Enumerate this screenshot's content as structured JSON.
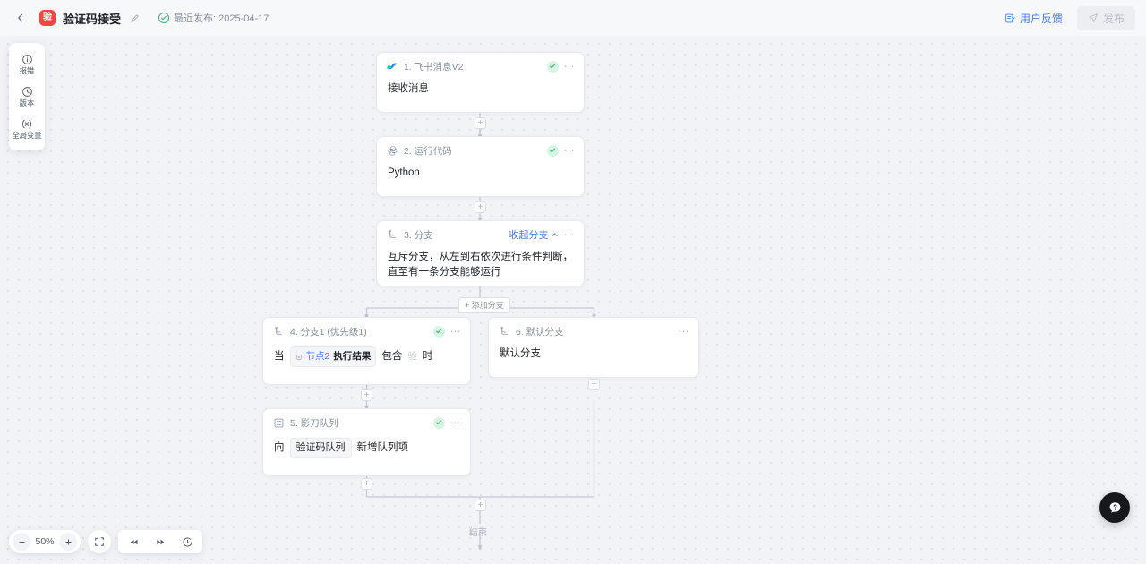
{
  "topbar": {
    "back_icon": "chevron-left-icon",
    "app_badge_text": "验",
    "app_title": "验证码接受",
    "edit_icon": "pencil-icon",
    "publish_status_icon": "check-circle-icon",
    "publish_status_text": "最近发布: 2025-04-17",
    "feedback_label": "用户反馈",
    "feedback_icon": "feedback-icon",
    "publish_label": "发布",
    "publish_icon": "send-icon"
  },
  "tool_panel": {
    "items": [
      {
        "icon": "info-circle-icon",
        "label": "报错"
      },
      {
        "icon": "clock-icon",
        "label": "版本"
      },
      {
        "icon": "variable-icon",
        "label": "全局变量"
      }
    ]
  },
  "nodes": [
    {
      "id": "n1",
      "icon": "feishu-icon",
      "title": "1. 飞书消息V2",
      "body": "接收消息",
      "status_icon": "check-ok-icon",
      "menu_icon": "more-dots-icon"
    },
    {
      "id": "n2",
      "icon": "python-icon",
      "title": "2. 运行代码",
      "body": "Python",
      "status_icon": "check-ok-icon",
      "menu_icon": "more-dots-icon"
    },
    {
      "id": "n3",
      "icon": "branch-icon",
      "title": "3. 分支",
      "body": "互斥分支，从左到右依次进行条件判断，直至有一条分支能够运行",
      "collapse_label": "收起分支",
      "collapse_icon": "chevron-up-icon",
      "menu_icon": "more-dots-icon"
    },
    {
      "id": "n4",
      "icon": "branch-icon",
      "title": "4. 分支1 (优先级1)",
      "status_icon": "check-ok-icon",
      "menu_icon": "more-dots-icon",
      "condition": {
        "prefix": "当",
        "ref_icon": "node-ref-icon",
        "ref_node": "节点2",
        "ref_field": "执行结果",
        "operator": "包含",
        "value": "验",
        "suffix": "时"
      }
    },
    {
      "id": "n5",
      "icon": "queue-icon",
      "title": "5. 影刀队列",
      "status_icon": "check-ok-icon",
      "menu_icon": "more-dots-icon",
      "action": {
        "prefix": "向",
        "target": "验证码队列",
        "verb": "新增队列项"
      }
    },
    {
      "id": "n6",
      "icon": "branch-icon",
      "title": "6. 默认分支",
      "body": "默认分支",
      "menu_icon": "more-dots-icon"
    }
  ],
  "canvas": {
    "add_branch_label": "+ 添加分支",
    "end_label": "结束",
    "plus_icon": "plus-icon"
  },
  "bottom_controls": {
    "zoom_out_icon": "minus-icon",
    "zoom_value": "50%",
    "zoom_in_icon": "plus-icon",
    "fit_icon": "fit-screen-icon",
    "rewind_icon": "rewind-icon",
    "forward_icon": "fast-forward-icon",
    "history_icon": "history-clock-icon"
  },
  "help": {
    "icon": "help-question-icon"
  },
  "colors": {
    "accent_blue": "#4a7afb",
    "badge_red": "#f5453f",
    "status_green": "#2bb673",
    "canvas_bg": "#f2f3f7",
    "dot_grid": "#d9dce4"
  }
}
